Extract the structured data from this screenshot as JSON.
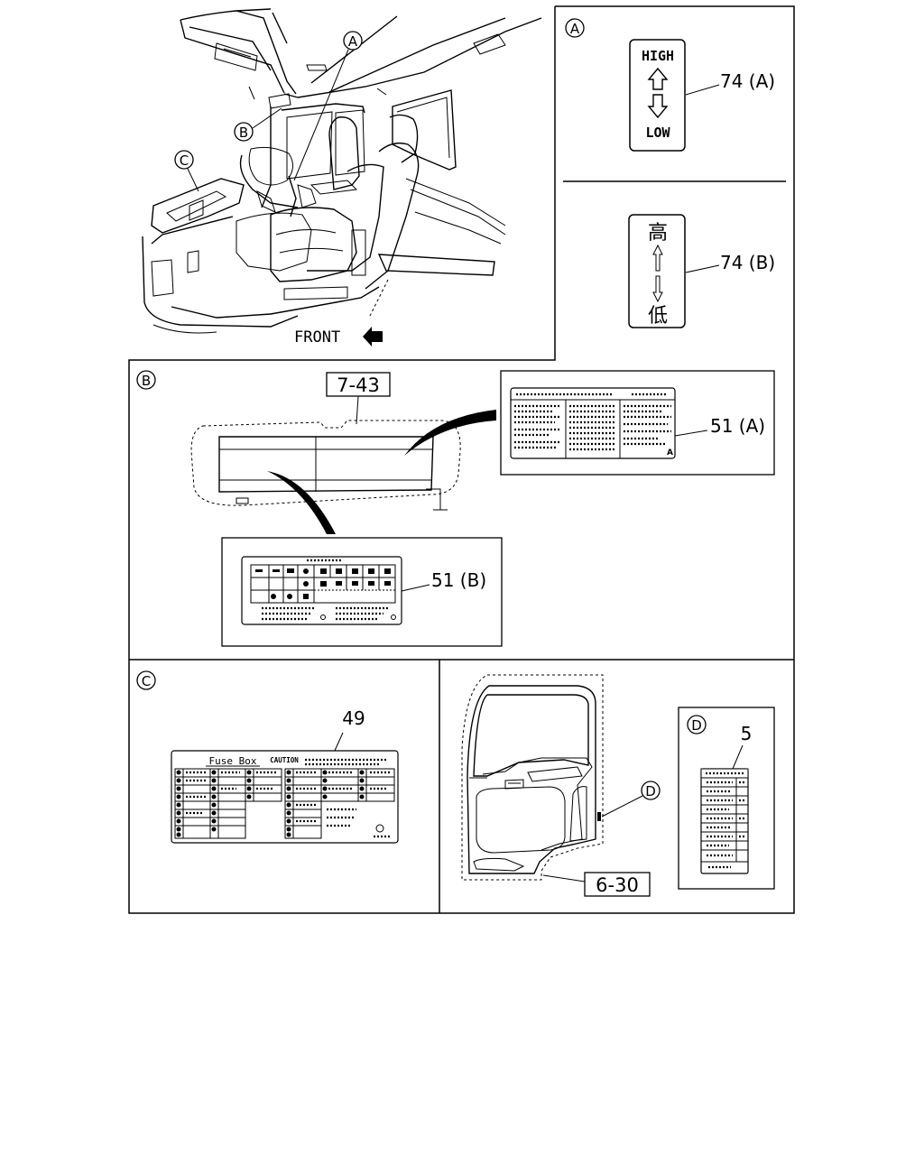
{
  "panel_a": {
    "circle_label": "A",
    "label_high": "HIGH",
    "label_low": "LOW",
    "callout_74a": "74 (A)",
    "label_kanji_high": "高",
    "label_kanji_low": "低",
    "callout_74b": "74 (B)"
  },
  "cab_view": {
    "marker_a": "A",
    "marker_b": "B",
    "marker_c": "C",
    "front_label": "FRONT"
  },
  "panel_b": {
    "circle_label": "B",
    "visor_callout": "7-43",
    "callout_51a": "51 (A)",
    "callout_51b": "51 (B)",
    "label_51a_inner_mark": "A"
  },
  "panel_c": {
    "circle_label": "C",
    "callout_49": "49",
    "fuse_title": "Fuse Box",
    "fuse_caution": "CAUTION"
  },
  "panel_d": {
    "marker_d": "D",
    "door_callout": "6-30",
    "circle_label": "D",
    "callout_5": "5"
  }
}
